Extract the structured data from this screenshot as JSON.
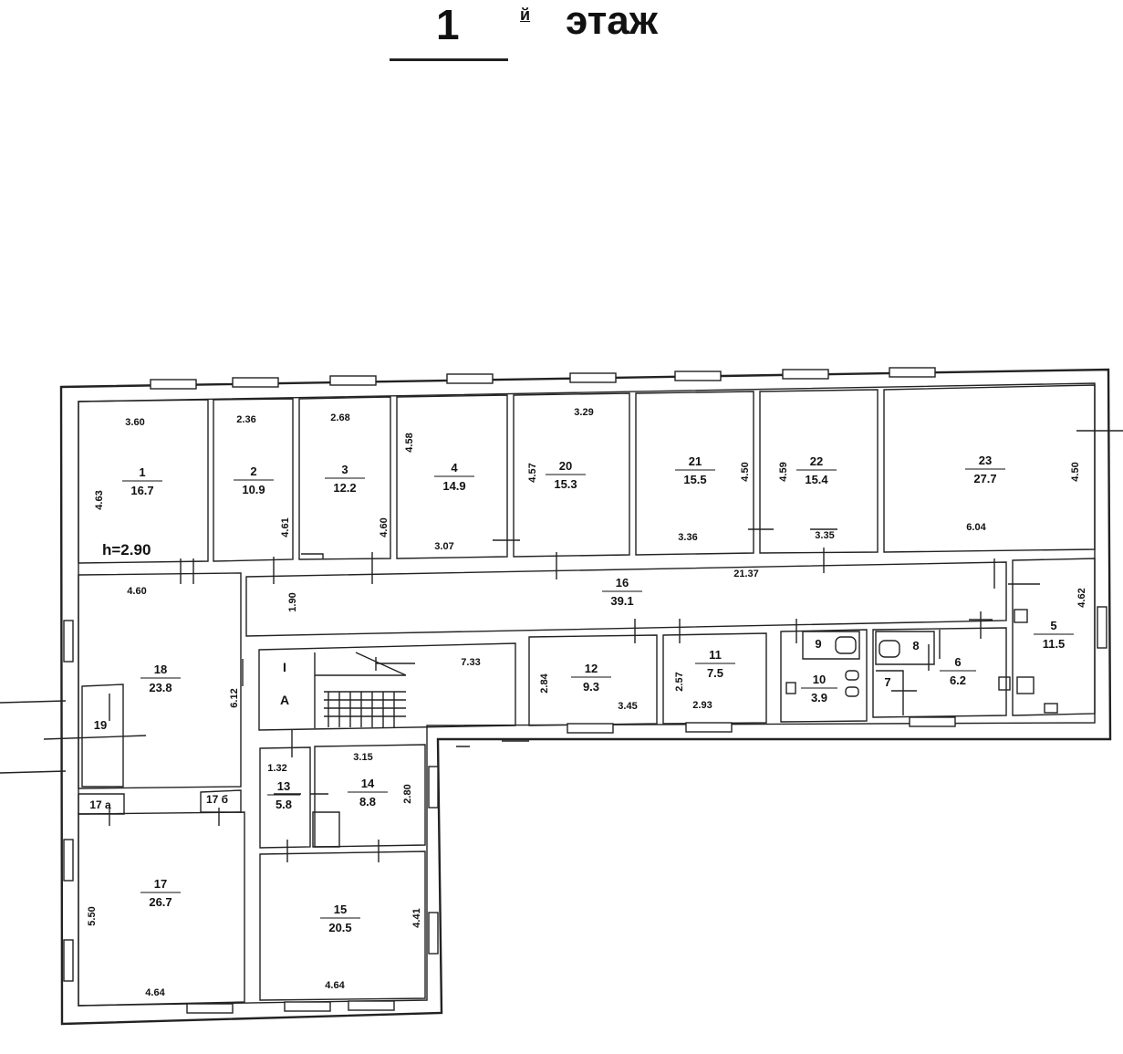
{
  "title": {
    "number": "1",
    "superscript": "й",
    "word": "этаж"
  },
  "height_note": "h=2.90",
  "rooms": [
    {
      "id": "1",
      "area": "16.7"
    },
    {
      "id": "2",
      "area": "10.9"
    },
    {
      "id": "3",
      "area": "12.2"
    },
    {
      "id": "4",
      "area": "14.9"
    },
    {
      "id": "20",
      "area": "15.3"
    },
    {
      "id": "21",
      "area": "15.5"
    },
    {
      "id": "22",
      "area": "15.4"
    },
    {
      "id": "23",
      "area": "27.7"
    },
    {
      "id": "18",
      "area": "23.8"
    },
    {
      "id": "16",
      "area": "39.1"
    },
    {
      "id": "5",
      "area": "11.5"
    },
    {
      "id": "12",
      "area": "9.3"
    },
    {
      "id": "11",
      "area": "7.5"
    },
    {
      "id": "10",
      "area": "3.9"
    },
    {
      "id": "9",
      "area": ""
    },
    {
      "id": "8",
      "area": ""
    },
    {
      "id": "6",
      "area": "6.2"
    },
    {
      "id": "7",
      "area": ""
    },
    {
      "id": "19",
      "area": ""
    },
    {
      "id": "17 а",
      "area": ""
    },
    {
      "id": "17 б",
      "area": ""
    },
    {
      "id": "13",
      "area": "5.8"
    },
    {
      "id": "14",
      "area": "8.8"
    },
    {
      "id": "17",
      "area": "26.7"
    },
    {
      "id": "15",
      "area": "20.5"
    }
  ],
  "stair_labels": {
    "roman": "I",
    "letter": "А"
  },
  "dimensions": [
    "3.60",
    "4.63",
    "2.36",
    "4.61",
    "2.68",
    "4.60",
    "4.58",
    "3.07",
    "4.57",
    "3.29",
    "4.50",
    "3.36",
    "4.59",
    "3.35",
    "4.50",
    "6.04",
    "4.60",
    "1.90",
    "21.37",
    "6.12",
    "4.62",
    "7.33",
    "2.84",
    "3.45",
    "2.57",
    "2.93",
    "1.32",
    "3.15",
    "2.80",
    "5.50",
    "4.64",
    "4.41",
    "4.64"
  ]
}
